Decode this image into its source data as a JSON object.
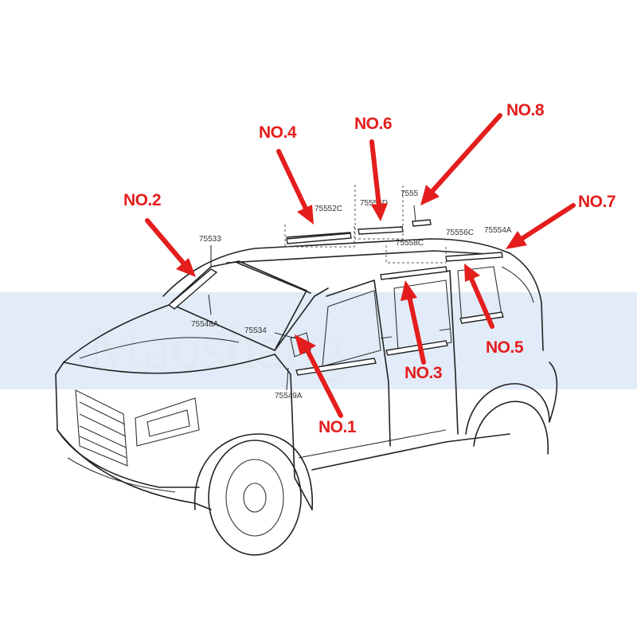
{
  "callouts": {
    "no1": "NO.1",
    "no2": "NO.2",
    "no3": "NO.3",
    "no4": "NO.4",
    "no5": "NO.5",
    "no6": "NO.6",
    "no7": "NO.7",
    "no8": "NO.8"
  },
  "part_numbers": {
    "p75533": "75533",
    "p75548a": "75548A",
    "p75534": "75534",
    "p75549a": "75549A",
    "p75552c": "75552C",
    "p75555d": "75555D",
    "p7555": "7555",
    "p75558c": "75558C",
    "p75556c": "75556C",
    "p75554a": "75554A"
  },
  "watermark": "Maoshang",
  "colors": {
    "callout": "#e41d1d",
    "watermark_band": "#dde9f7",
    "drawing": "#222222"
  }
}
